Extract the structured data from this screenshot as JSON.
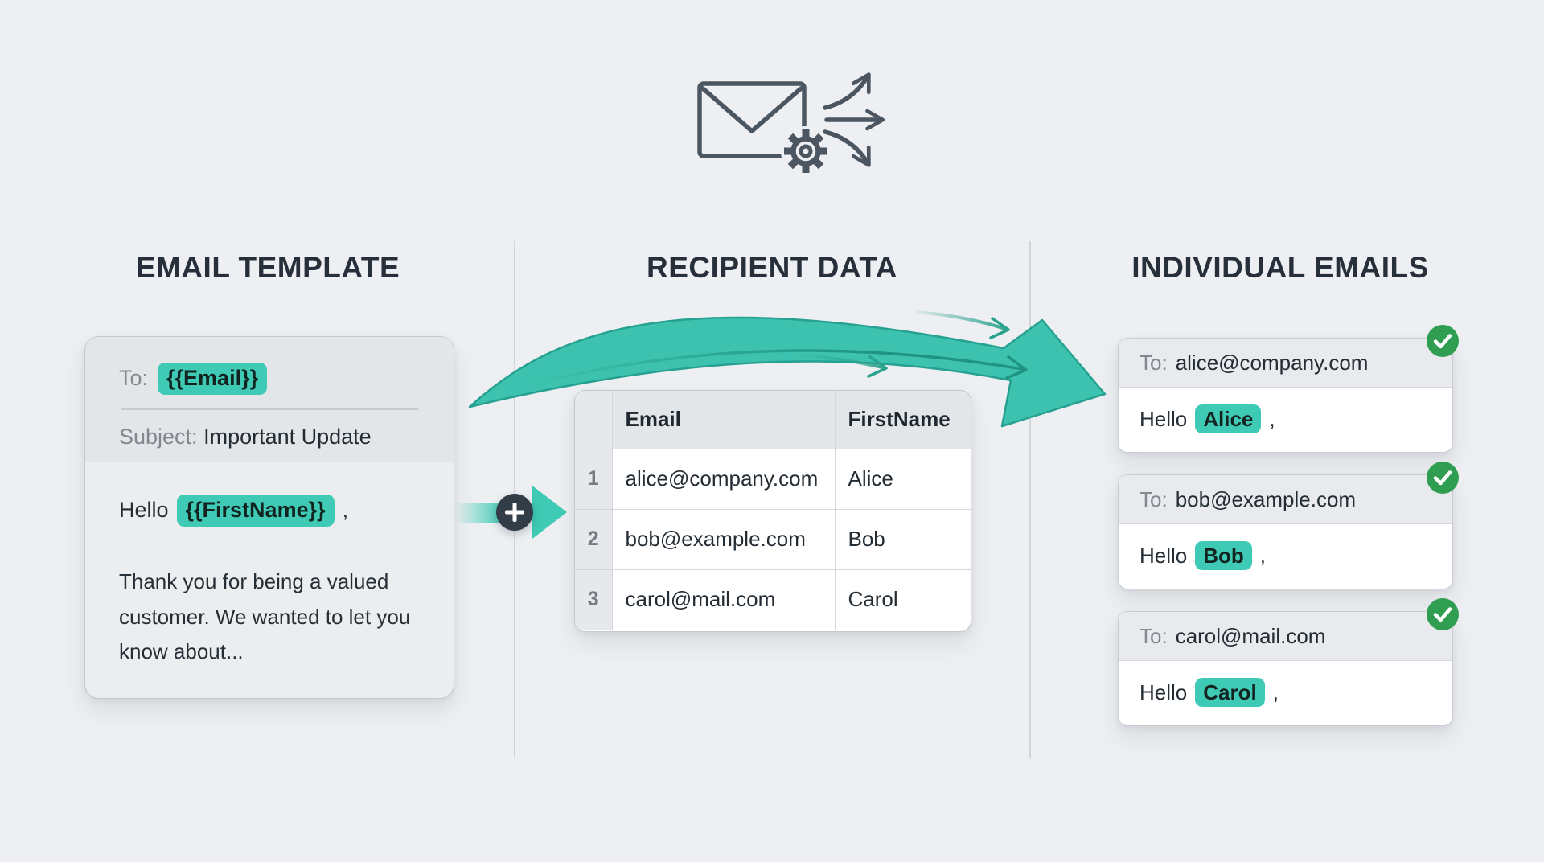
{
  "columns": [
    {
      "title": "EMAIL TEMPLATE"
    },
    {
      "title": "RECIPIENT DATA"
    },
    {
      "title": "INDIVIDUAL EMAILS"
    }
  ],
  "template_card": {
    "to_label": "To:",
    "to_variable": "{{Email}}",
    "subject_label": "Subject:",
    "subject_value": "Important Update",
    "greeting_prefix": "Hello",
    "greeting_variable": "{{FirstName}}",
    "greeting_suffix": ",",
    "body": "Thank you for being a valued customer. We wanted to let you know about..."
  },
  "recipient_table": {
    "columns": [
      "Email",
      "FirstName"
    ],
    "rows": [
      {
        "num": "1",
        "email": "alice@company.com",
        "first_name": "Alice"
      },
      {
        "num": "2",
        "email": "bob@example.com",
        "first_name": "Bob"
      },
      {
        "num": "3",
        "email": "carol@mail.com",
        "first_name": "Carol"
      }
    ]
  },
  "emails": [
    {
      "to_label": "To:",
      "to": "alice@company.com",
      "greeting_prefix": "Hello",
      "name": "Alice",
      "greeting_suffix": ","
    },
    {
      "to_label": "To:",
      "to": "bob@example.com",
      "greeting_prefix": "Hello",
      "name": "Bob",
      "greeting_suffix": ","
    },
    {
      "to_label": "To:",
      "to": "carol@mail.com",
      "greeting_prefix": "Hello",
      "name": "Carol",
      "greeting_suffix": ","
    }
  ],
  "icons": {
    "header": "envelope-with-gear-and-fanout-arrows",
    "merge": "plus-in-circle",
    "status": "green-check"
  },
  "colors": {
    "background": "#edeff2",
    "accent_teal": "#3ecab4",
    "flow_arrow_teal": "#3cc2ae",
    "success_green": "#2f9e51",
    "ink": "#27303a",
    "muted_label": "#818890"
  }
}
